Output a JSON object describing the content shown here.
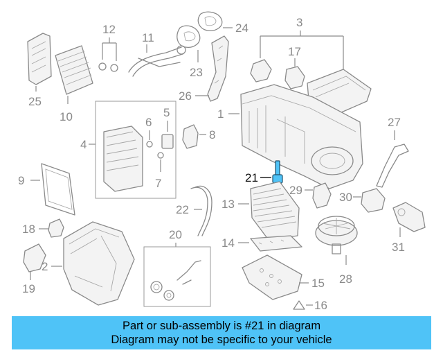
{
  "diagram": {
    "highlight_color": "#4fc3f7",
    "highlighted_callout": "21",
    "callouts": {
      "c1": "1",
      "c2": "2",
      "c3": "3",
      "c4": "4",
      "c5": "5",
      "c6": "6",
      "c7": "7",
      "c8": "8",
      "c9": "9",
      "c10": "10",
      "c11": "11",
      "c12": "12",
      "c13": "13",
      "c14": "14",
      "c15": "15",
      "c16": "16",
      "c17": "17",
      "c18": "18",
      "c19": "19",
      "c20": "20",
      "c21": "21",
      "c22": "22",
      "c23": "23",
      "c24": "24",
      "c25": "25",
      "c26": "26",
      "c27": "27",
      "c28": "28",
      "c29": "29",
      "c30": "30",
      "c31": "31"
    }
  },
  "banner": {
    "line1": "Part or sub-assembly is #21 in diagram",
    "line2": "Diagram may not be specific to your vehicle",
    "background": "#4fc3f7"
  }
}
